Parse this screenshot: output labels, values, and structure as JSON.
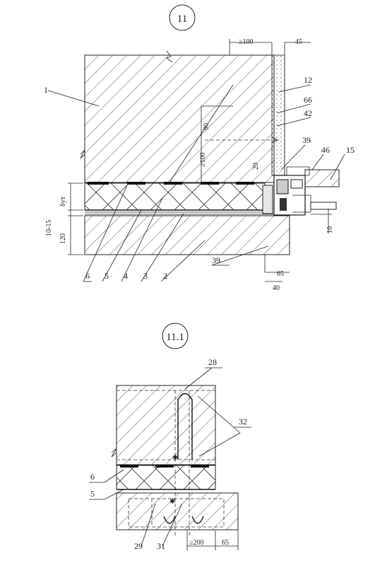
{
  "detail_main": {
    "title": "11",
    "dims": {
      "d100_top": "≥100",
      "d45": "45",
      "d90": "90",
      "d100_vert": "≥100",
      "d20": "20",
      "d_ut": "δут",
      "d10_15": "10-15",
      "d120": "120",
      "d10": "10",
      "d65": "65",
      "d40": "40"
    },
    "callouts": {
      "c1": "1",
      "c12": "12",
      "c66": "66",
      "c42": "42",
      "c39_top": "39",
      "c46": "46",
      "c15": "15",
      "c6": "6",
      "c5": "5",
      "c4": "4",
      "c3": "3",
      "c2": "2",
      "c39_bottom": "39"
    }
  },
  "detail_sub": {
    "title": "11.1",
    "dims": {
      "d200": "≥200",
      "d65": "65"
    },
    "callouts": {
      "c28": "28",
      "c32": "32",
      "c6": "6",
      "c5": "5",
      "c29": "29",
      "c31": "31"
    }
  }
}
